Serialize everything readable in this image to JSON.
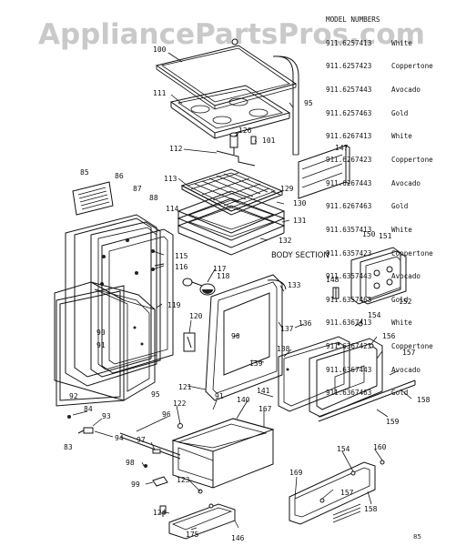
{
  "watermark": "AppliancePartsPros.com",
  "model_numbers": {
    "heading": "MODEL NUMBERS",
    "rows": [
      {
        "number": "911.6257413",
        "color": "White"
      },
      {
        "number": "911.6257423",
        "color": "Coppertone"
      },
      {
        "number": "911.6257443",
        "color": "Avocado"
      },
      {
        "number": "911.6257463",
        "color": "Gold"
      },
      {
        "number": "911.6267413",
        "color": "White"
      },
      {
        "number": "911.6267423",
        "color": "Coppertone"
      },
      {
        "number": "911.6267443",
        "color": "Avocado"
      },
      {
        "number": "911.6267463",
        "color": "Gold"
      },
      {
        "number": "911.6357413",
        "color": "White"
      },
      {
        "number": "911.6357423",
        "color": "Coppertone"
      },
      {
        "number": "911.6357443",
        "color": "Avocado"
      },
      {
        "number": "911.6357463",
        "color": "Gold"
      },
      {
        "number": "911.6367413",
        "color": "White"
      },
      {
        "number": "911.6367423",
        "color": "Coppertone"
      },
      {
        "number": "911.6367443",
        "color": "Avocado"
      },
      {
        "number": "911.6367463",
        "color": "Gold"
      }
    ]
  },
  "section_label": "BODY SECTION",
  "page_code": "85",
  "part_labels": [
    "100",
    "111",
    "95",
    "126",
    "101",
    "112",
    "147",
    "113",
    "129",
    "130",
    "131",
    "132",
    "85",
    "86",
    "87",
    "88",
    "114",
    "115",
    "116",
    "117",
    "118",
    "119",
    "90",
    "91",
    "92",
    "95",
    "133",
    "120",
    "90",
    "137",
    "136",
    "139",
    "138",
    "154",
    "150",
    "151",
    "148",
    "152",
    "156",
    "157",
    "158",
    "159",
    "121",
    "91",
    "141",
    "140",
    "167",
    "84",
    "93",
    "83",
    "94",
    "96",
    "122",
    "97",
    "98",
    "99",
    "123",
    "124",
    "175",
    "146",
    "169",
    "154",
    "160",
    "157",
    "158"
  ]
}
